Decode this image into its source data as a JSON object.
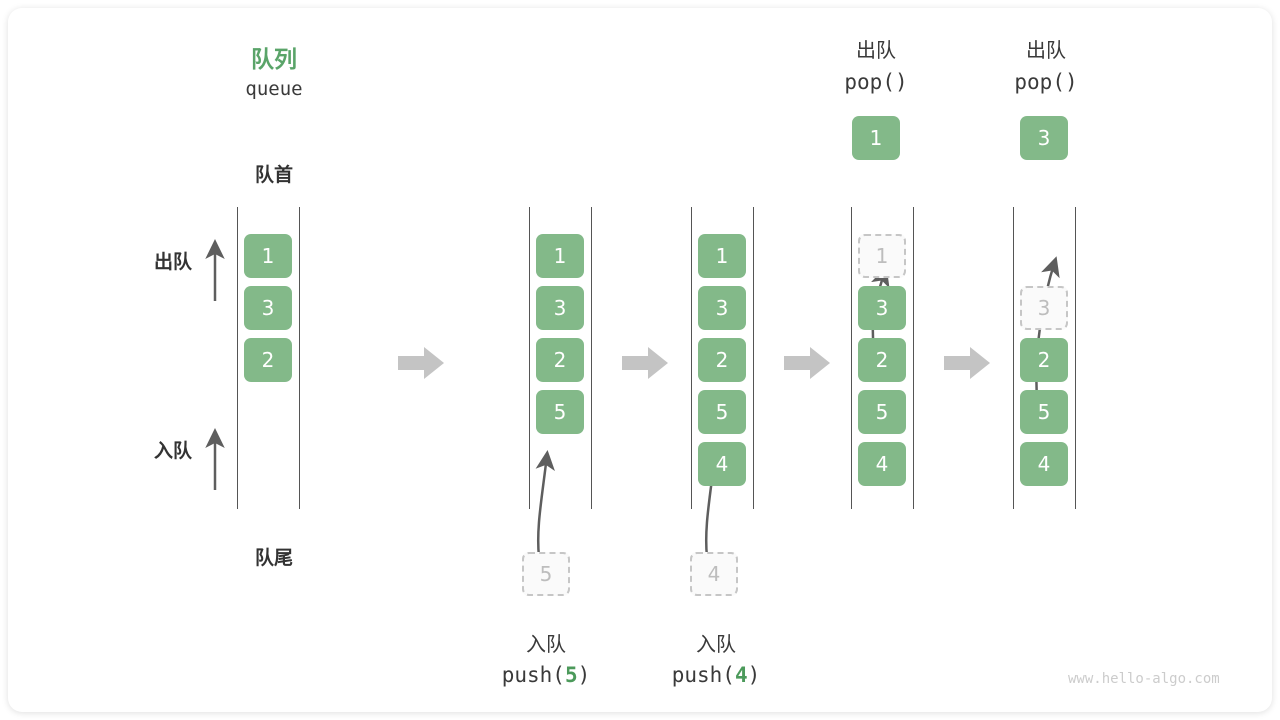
{
  "diagram": {
    "title_cn": "队列",
    "title_en": "queue",
    "head_label": "队首",
    "tail_label": "队尾",
    "dequeue_label": "出队",
    "enqueue_label": "入队",
    "watermark": "www.hello-algo.com",
    "accent_color": "#5aa469",
    "box_color": "#83b989",
    "ghost_color": "#bdbdbd",
    "arrow_color": "#c4c4c4"
  },
  "steps": [
    {
      "id": "initial",
      "boxes": [
        {
          "value": "1",
          "slot": 0,
          "state": "filled"
        },
        {
          "value": "3",
          "slot": 1,
          "state": "filled"
        },
        {
          "value": "2",
          "slot": 2,
          "state": "filled"
        }
      ],
      "pending": null,
      "popped": null,
      "caption_cn": "",
      "caption_code": ""
    },
    {
      "id": "push-5",
      "boxes": [
        {
          "value": "1",
          "slot": 0,
          "state": "filled"
        },
        {
          "value": "3",
          "slot": 1,
          "state": "filled"
        },
        {
          "value": "2",
          "slot": 2,
          "state": "filled"
        },
        {
          "value": "5",
          "slot": 3,
          "state": "filled"
        }
      ],
      "pending": {
        "value": "5"
      },
      "popped": null,
      "caption_cn": "入队",
      "caption_code": "push(5)",
      "caption_arg": "5"
    },
    {
      "id": "push-4",
      "boxes": [
        {
          "value": "1",
          "slot": 0,
          "state": "filled"
        },
        {
          "value": "3",
          "slot": 1,
          "state": "filled"
        },
        {
          "value": "2",
          "slot": 2,
          "state": "filled"
        },
        {
          "value": "5",
          "slot": 3,
          "state": "filled"
        },
        {
          "value": "4",
          "slot": 4,
          "state": "filled"
        }
      ],
      "pending": {
        "value": "4"
      },
      "popped": null,
      "caption_cn": "入队",
      "caption_code": "push(4)",
      "caption_arg": "4"
    },
    {
      "id": "pop-1",
      "boxes": [
        {
          "value": "1",
          "slot": 0,
          "state": "ghost"
        },
        {
          "value": "3",
          "slot": 1,
          "state": "filled"
        },
        {
          "value": "2",
          "slot": 2,
          "state": "filled"
        },
        {
          "value": "5",
          "slot": 3,
          "state": "filled"
        },
        {
          "value": "4",
          "slot": 4,
          "state": "filled"
        }
      ],
      "pending": null,
      "popped": {
        "value": "1"
      },
      "header_cn": "出队",
      "header_code": "pop()"
    },
    {
      "id": "pop-3",
      "boxes": [
        {
          "value": "3",
          "slot": 1,
          "state": "ghost"
        },
        {
          "value": "2",
          "slot": 2,
          "state": "filled"
        },
        {
          "value": "5",
          "slot": 3,
          "state": "filled"
        },
        {
          "value": "4",
          "slot": 4,
          "state": "filled"
        }
      ],
      "pending": null,
      "popped": {
        "value": "3"
      },
      "header_cn": "出队",
      "header_code": "pop()"
    }
  ]
}
